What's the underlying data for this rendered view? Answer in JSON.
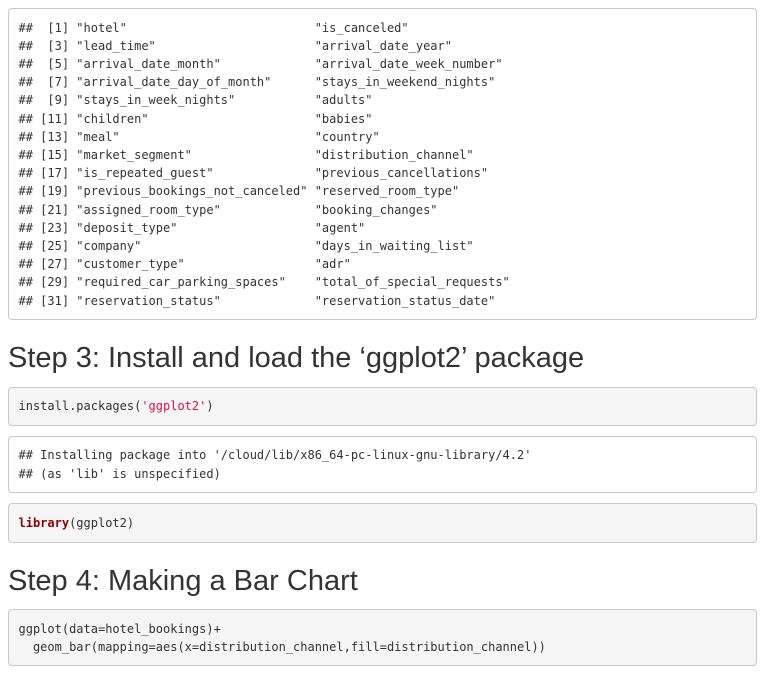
{
  "colors": {
    "text": "#333333",
    "code_bg": "#f5f5f5",
    "block_border": "#c8c8c8",
    "string": "#dd1144",
    "keyword": "#8b0000",
    "page_bg": "#ffffff"
  },
  "headings": {
    "step3": "Step 3: Install and load the ‘ggplot2’ package",
    "step4": "Step 4: Making a Bar Chart"
  },
  "console_output": {
    "columns_listing": [
      "##  [1] \"hotel\"                          \"is_canceled\"",
      "##  [3] \"lead_time\"                      \"arrival_date_year\"",
      "##  [5] \"arrival_date_month\"             \"arrival_date_week_number\"",
      "##  [7] \"arrival_date_day_of_month\"      \"stays_in_weekend_nights\"",
      "##  [9] \"stays_in_week_nights\"           \"adults\"",
      "## [11] \"children\"                       \"babies\"",
      "## [13] \"meal\"                           \"country\"",
      "## [15] \"market_segment\"                 \"distribution_channel\"",
      "## [17] \"is_repeated_guest\"              \"previous_cancellations\"",
      "## [19] \"previous_bookings_not_canceled\" \"reserved_room_type\"",
      "## [21] \"assigned_room_type\"             \"booking_changes\"",
      "## [23] \"deposit_type\"                   \"agent\"",
      "## [25] \"company\"                        \"days_in_waiting_list\"",
      "## [27] \"customer_type\"                  \"adr\"",
      "## [29] \"required_car_parking_spaces\"    \"total_of_special_requests\"",
      "## [31] \"reservation_status\"             \"reservation_status_date\""
    ],
    "install_message": [
      "## Installing package into '/cloud/lib/x86_64-pc-linux-gnu-library/4.2'",
      "## (as 'lib' is unspecified)"
    ]
  },
  "code_blocks": {
    "install": {
      "prefix": "install.packages(",
      "string": "'ggplot2'",
      "suffix": ")"
    },
    "library": {
      "keyword": "library",
      "rest": "(ggplot2)"
    },
    "ggplot": [
      "ggplot(data=hotel_bookings)+",
      "  geom_bar(mapping=aes(x=distribution_channel,fill=distribution_channel))"
    ]
  }
}
